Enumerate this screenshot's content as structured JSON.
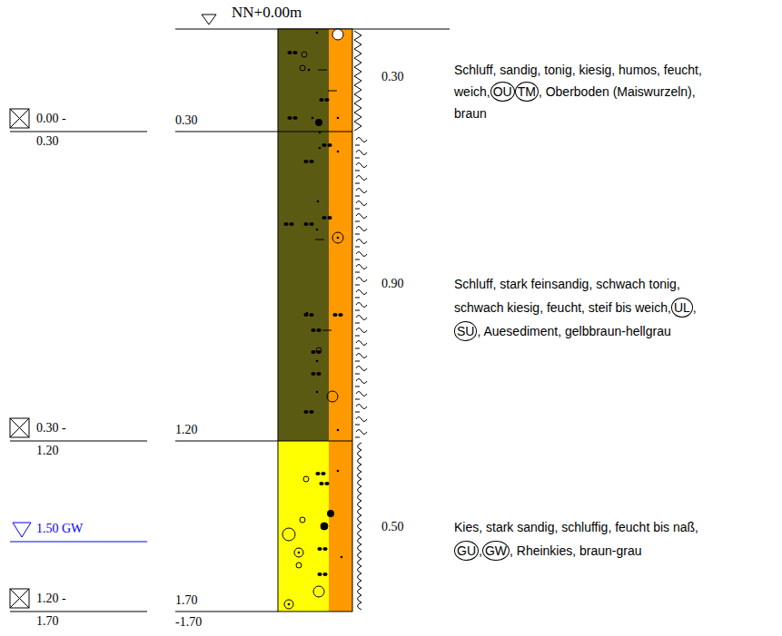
{
  "diagram": {
    "labels": [
      "NN+0.00m",
      "0.30",
      "Schluff, sandig, tonig, kiesig, humos, feucht,",
      "weich,",
      "OU",
      "TM",
      ", Oberboden (Maiswurzeln),",
      "braun",
      "0.00 -",
      "0.30",
      "0.30",
      "0.90",
      "Schluff, stark feinsandig, schwach tonig,",
      "schwach kiesig, feucht, steif bis weich,",
      "UL",
      ",",
      "SU",
      ", Auesediment, gelbbraun-hellgrau",
      "0.30 -",
      "1.20",
      "1.20",
      "0.50",
      "Kies, stark sandig, schluffig, feucht bis naß,",
      "GU",
      ",",
      "GW",
      ", Rheinkies, braun-grau",
      "1.50 GW",
      "1.20 -",
      "1.70",
      "1.70",
      "-1.70"
    ]
  }
}
